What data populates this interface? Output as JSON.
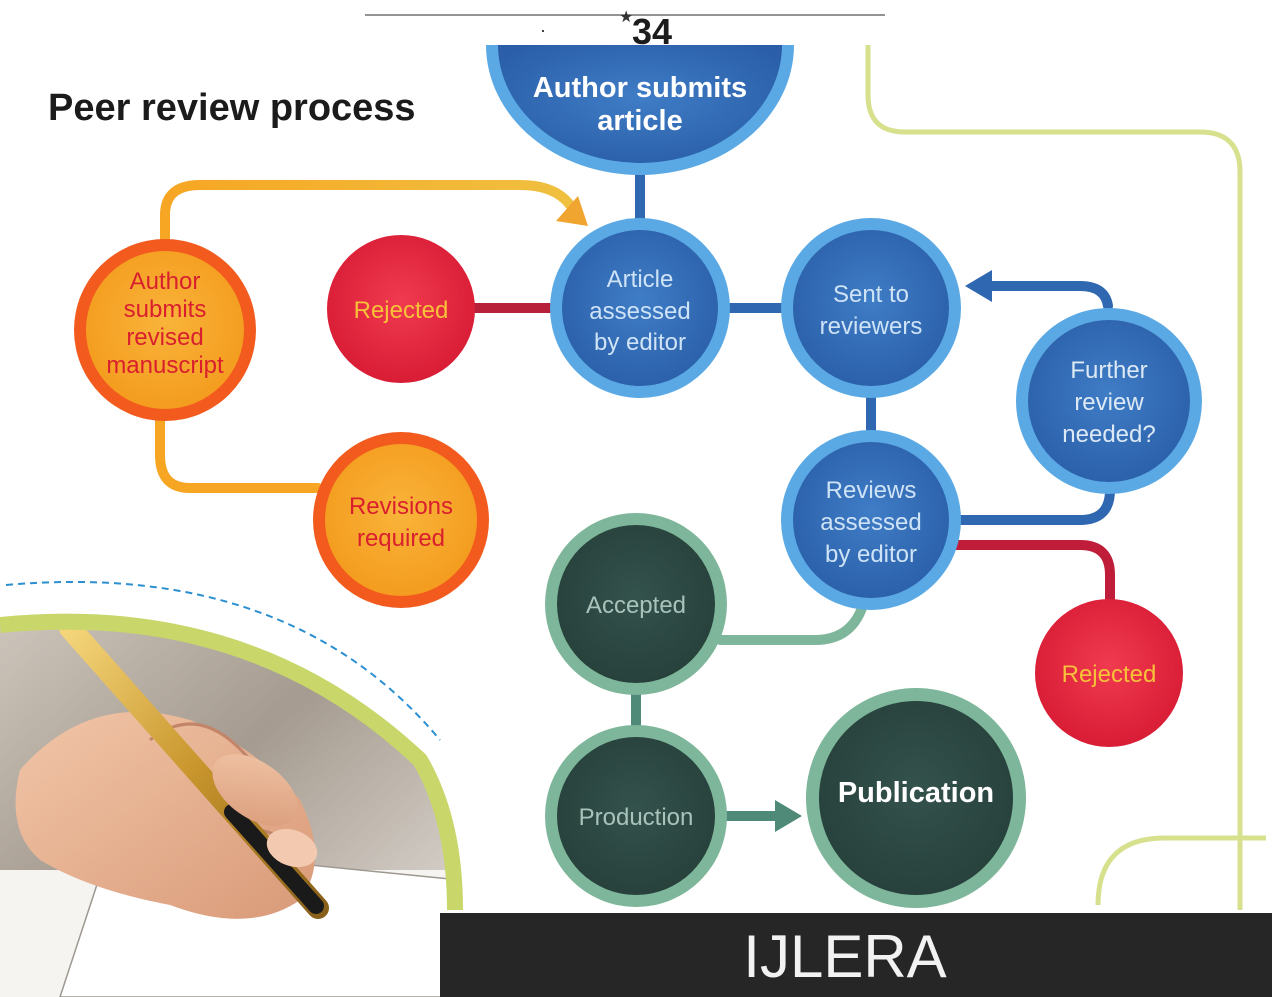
{
  "header": {
    "page_number": "34",
    "title": "Peer review process"
  },
  "nodes": {
    "author_submits": [
      "Author submits",
      "article"
    ],
    "article_assessed": [
      "Article",
      "assessed",
      "by editor"
    ],
    "sent_to_reviewers": [
      "Sent to",
      "reviewers"
    ],
    "rejected_top": "Rejected",
    "author_revised": [
      "Author",
      "submits",
      "revised",
      "manuscript"
    ],
    "further_review": [
      "Further",
      "review",
      "needed?"
    ],
    "reviews_assessed": [
      "Reviews",
      "assessed",
      "by editor"
    ],
    "revisions_required": [
      "Revisions",
      "required"
    ],
    "accepted": "Accepted",
    "rejected_bottom": "Rejected",
    "production": "Production",
    "publication": "Publication"
  },
  "footer": {
    "brand": "IJLERA"
  },
  "colors": {
    "blue_dark": "#2f67b1",
    "blue_ring": "#5aa9e4",
    "red": "#e3203c",
    "orange_ring": "#f25a1e",
    "orange_fill": "#f6a623",
    "teal_dark": "#2d4a45",
    "teal_ring": "#7db69a",
    "lime_line": "#d7e08c",
    "footer_bar": "#262626"
  }
}
